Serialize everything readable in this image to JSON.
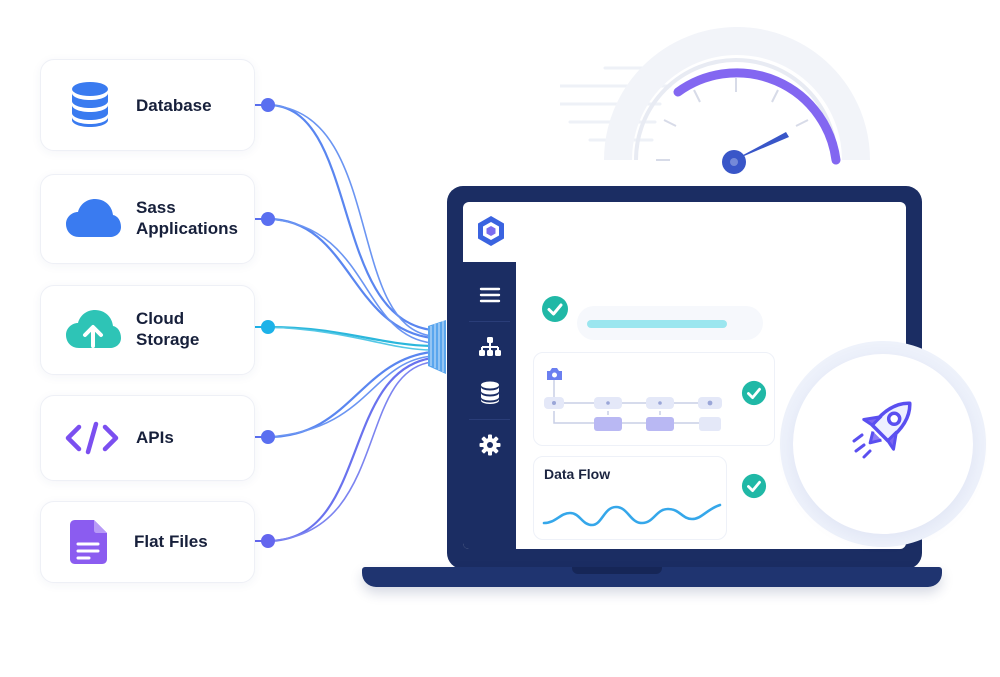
{
  "sources": [
    {
      "label_lines": [
        "Database"
      ],
      "icon": "database-icon",
      "color": "#3a7bf0"
    },
    {
      "label_lines": [
        "Sass",
        "Applications"
      ],
      "icon": "cloud-icon",
      "color": "#3a7bf0"
    },
    {
      "label_lines": [
        "Cloud",
        "Storage"
      ],
      "icon": "cloud-upload-icon",
      "color": "#2ec4b6"
    },
    {
      "label_lines": [
        "APIs"
      ],
      "icon": "code-icon",
      "color": "#7b4ff0"
    },
    {
      "label_lines": [
        "Flat Files"
      ],
      "icon": "file-icon",
      "color": "#8b5cf0"
    }
  ],
  "app": {
    "sidebar_icons": [
      "menu-icon",
      "hierarchy-icon",
      "database-icon",
      "gear-icon"
    ],
    "data_flow_label": "Data Flow"
  },
  "colors": {
    "navy": "#1b2d63",
    "blue": "#3a7bf0",
    "purple": "#7b4ff0",
    "teal": "#2ec4b6",
    "check_green": "#20b8a6"
  }
}
